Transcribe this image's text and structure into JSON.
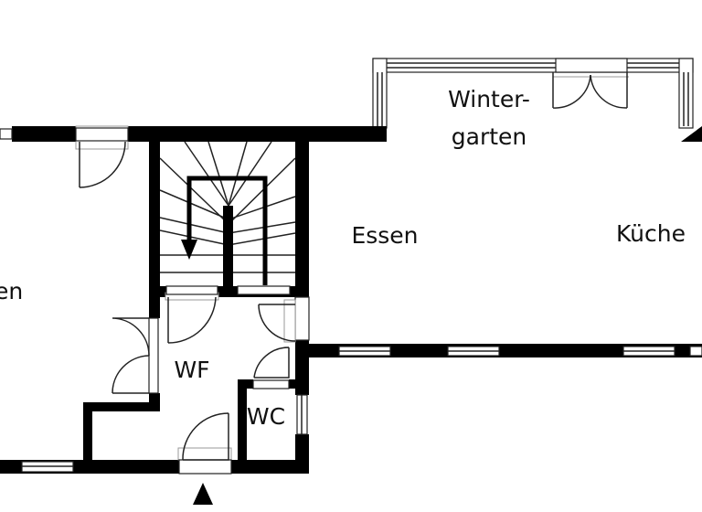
{
  "plan": {
    "rooms": {
      "wintergarten_line1": "Winter-",
      "wintergarten_line2": "garten",
      "essen": "Essen",
      "kueche": "Küche",
      "left_room_partial": "en",
      "wf": "WF",
      "wc": "WC"
    },
    "colors": {
      "wall": "#000000",
      "background": "#ffffff"
    },
    "entrance_marker_icon": "triangle-up"
  }
}
